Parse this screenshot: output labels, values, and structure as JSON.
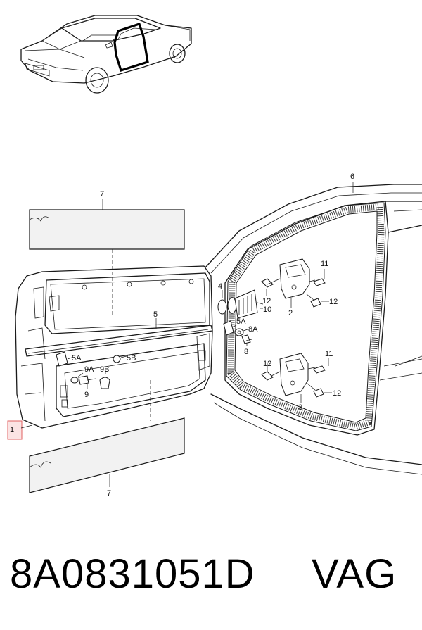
{
  "callouts": {
    "c1": "1",
    "c2": "2",
    "c3": "3",
    "c5": "5",
    "c5a_1": "5A",
    "c5a_2": "5A",
    "c5b": "5B",
    "c6": "6",
    "c7_top": "7",
    "c7_bottom": "7",
    "c8": "8",
    "c8a": "8A",
    "c9": "9",
    "c9a": "9A",
    "c9b": "9B",
    "c10": "10",
    "c11_top": "11",
    "c11_bottom": "11",
    "c12_a": "12",
    "c12_b": "12",
    "c12_c": "12",
    "c12_d": "12",
    "c4": "4"
  },
  "footer": {
    "part_number": "8A0831051D",
    "brand": "VAG"
  },
  "colors": {
    "line": "#1a1a1a",
    "highlight_fill": "#fbe4e4",
    "highlight_stroke": "#e06060"
  }
}
